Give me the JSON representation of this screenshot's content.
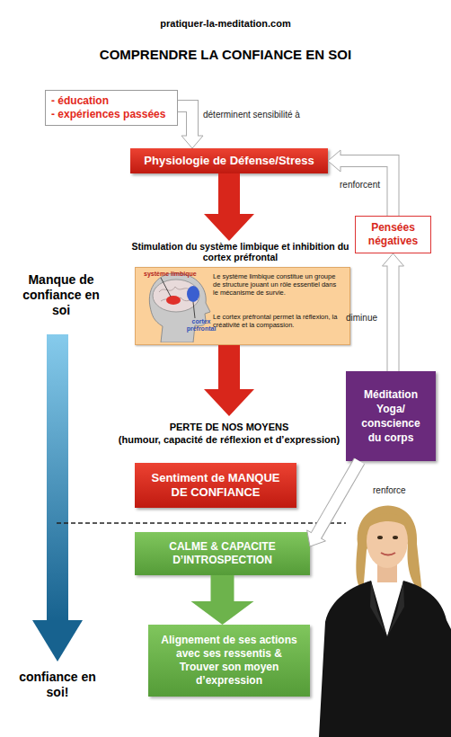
{
  "diagram": {
    "title": "COMPRENDRE LA CONFIANCE EN SOI",
    "nodes": [
      {
        "text": [
          "- éducation",
          "- expériences passées"
        ]
      },
      {
        "text": [
          "Physiologie de Défense/Stress"
        ]
      },
      {
        "text": [
          "Stimulation du système limbique et inhibition du cortex préfrontal",
          "Le système limbique constitue un groupe de structure jouant un rôle essentiel dans le mécanisme de survie.",
          "Le cortex préfrontal permet la réflexion, la créativité et la compassion."
        ]
      },
      {
        "text": [
          "PERTE DE NOS MOYENS",
          "(humour, capacité de réflexion et d’expression)"
        ]
      },
      {
        "text": [
          "Sentiment de MANQUE DE CONFIANCE"
        ]
      },
      {
        "text": [
          "Pensées négatives"
        ]
      },
      {
        "text": [
          "Méditation Yoga/ conscience du corps"
        ]
      },
      {
        "text": [
          "CALME & CAPACITE D’INTROSPECTION"
        ]
      },
      {
        "text": [
          "Alignement de ses actions avec ses ressentis & Trouver son moyen d’expression"
        ]
      }
    ],
    "edges": [
      {
        "from": 0,
        "to": 1,
        "arrow": "to",
        "label": "déterminent sensibilité à"
      },
      {
        "from": 1,
        "to": 2,
        "arrow": "to"
      },
      {
        "from": 2,
        "to": 3,
        "arrow": "to"
      },
      {
        "from": 5,
        "to": 1,
        "arrow": "to",
        "label": "renforcent"
      },
      {
        "from": 6,
        "to": 5,
        "arrow": "to",
        "label": "diminue"
      },
      {
        "from": 6,
        "to": 7,
        "arrow": "to",
        "label": "renforce"
      },
      {
        "from": 7,
        "to": 8,
        "arrow": "to"
      }
    ],
    "labels": [
      "pratiquer-la-meditation.com",
      "système limbique",
      "cortex préfrontal",
      "Manque de confiance en soi",
      "confiance en soi!"
    ]
  }
}
